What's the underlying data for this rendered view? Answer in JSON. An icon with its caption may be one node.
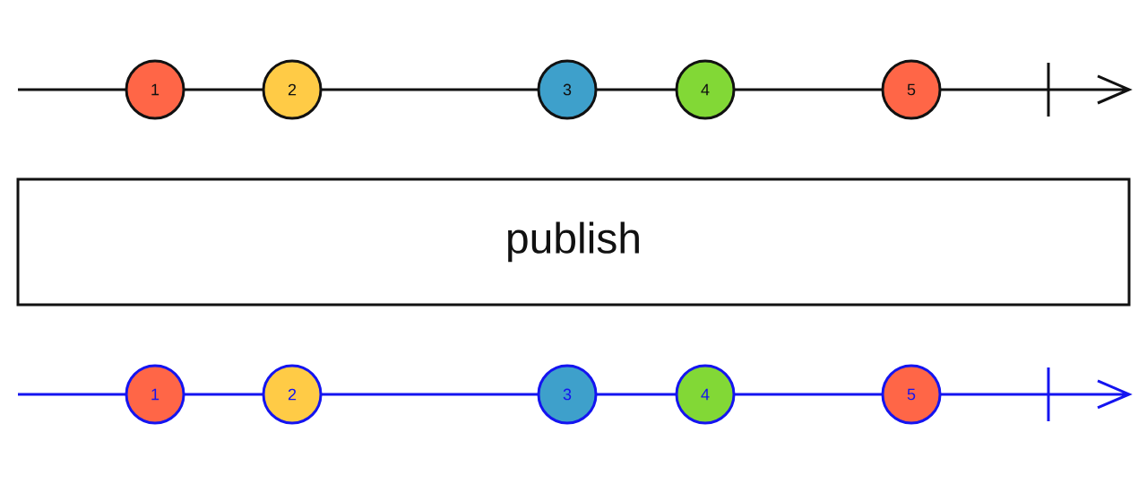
{
  "diagram": {
    "nodes": [
      {
        "text": [
          "1"
        ]
      },
      {
        "text": [
          "2"
        ]
      },
      {
        "text": [
          "3"
        ]
      },
      {
        "text": [
          "4"
        ]
      },
      {
        "text": [
          "5"
        ]
      },
      {
        "text": [
          "publish"
        ]
      },
      {
        "text": [
          "1"
        ]
      },
      {
        "text": [
          "2"
        ]
      },
      {
        "text": [
          "3"
        ]
      },
      {
        "text": [
          "4"
        ]
      },
      {
        "text": [
          "5"
        ]
      }
    ]
  }
}
